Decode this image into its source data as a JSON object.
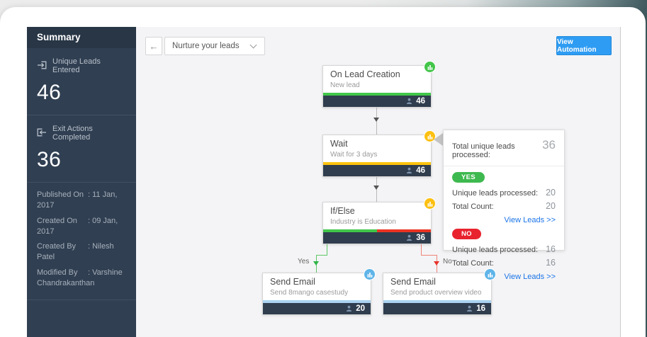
{
  "sidebar": {
    "title": "Summary",
    "stats": [
      {
        "icon": "enter-icon",
        "label": "Unique Leads Entered",
        "value": "46"
      },
      {
        "icon": "exit-icon",
        "label": "Exit Actions Completed",
        "value": "36"
      }
    ],
    "meta": [
      {
        "label": "Published On",
        "value": ": 11 Jan, 2017"
      },
      {
        "label": "Created On",
        "value": ": 09 Jan, 2017"
      },
      {
        "label": "Created By",
        "value": ": Nilesh Patel"
      },
      {
        "label": "Modified By",
        "value": ": Varshine Chandrakanthan"
      }
    ]
  },
  "toolbar": {
    "back_icon": "←",
    "automation_name": "Nurture your leads",
    "view_automation_label": "View Automation"
  },
  "flow": {
    "nodes": [
      {
        "title": "On Lead Creation",
        "subtitle": "New lead",
        "count": "46"
      },
      {
        "title": "Wait",
        "subtitle": "Wait for 3 days",
        "count": "46"
      },
      {
        "title": "If/Else",
        "subtitle": "Industry is Education",
        "count": "36"
      },
      {
        "title": "Send Email",
        "subtitle": "Send 8mango casestudy",
        "count": "20"
      },
      {
        "title": "Send Email",
        "subtitle": "Send product overview video",
        "count": "16"
      }
    ],
    "branch_labels": {
      "yes": "Yes",
      "no": "No"
    }
  },
  "stats_panel": {
    "total_label": "Total unique leads processed:",
    "total_value": "36",
    "yes": {
      "badge": "YES",
      "rows": [
        {
          "label": "Unique leads processed:",
          "value": "20"
        },
        {
          "label": "Total Count:",
          "value": "20"
        }
      ],
      "link": "View Leads >>"
    },
    "no": {
      "badge": "NO",
      "rows": [
        {
          "label": "Unique leads processed:",
          "value": "16"
        },
        {
          "label": "Total Count:",
          "value": "16"
        }
      ],
      "link": "View Leads >>"
    }
  },
  "colors": {
    "sidebar_bg": "#303f52",
    "sidebar_header_bg": "#283645",
    "node_footer_bg": "#2f3d4e",
    "green": "#42c64a",
    "yellow": "#fdc40f",
    "red": "#e8312a",
    "light_blue_bar": "#aad2f0",
    "badge_blue": "#5fb4e8",
    "primary_button_blue": "#2e9cf3",
    "link_blue": "#1b74e8",
    "canvas_bg": "#f4f4f6"
  }
}
